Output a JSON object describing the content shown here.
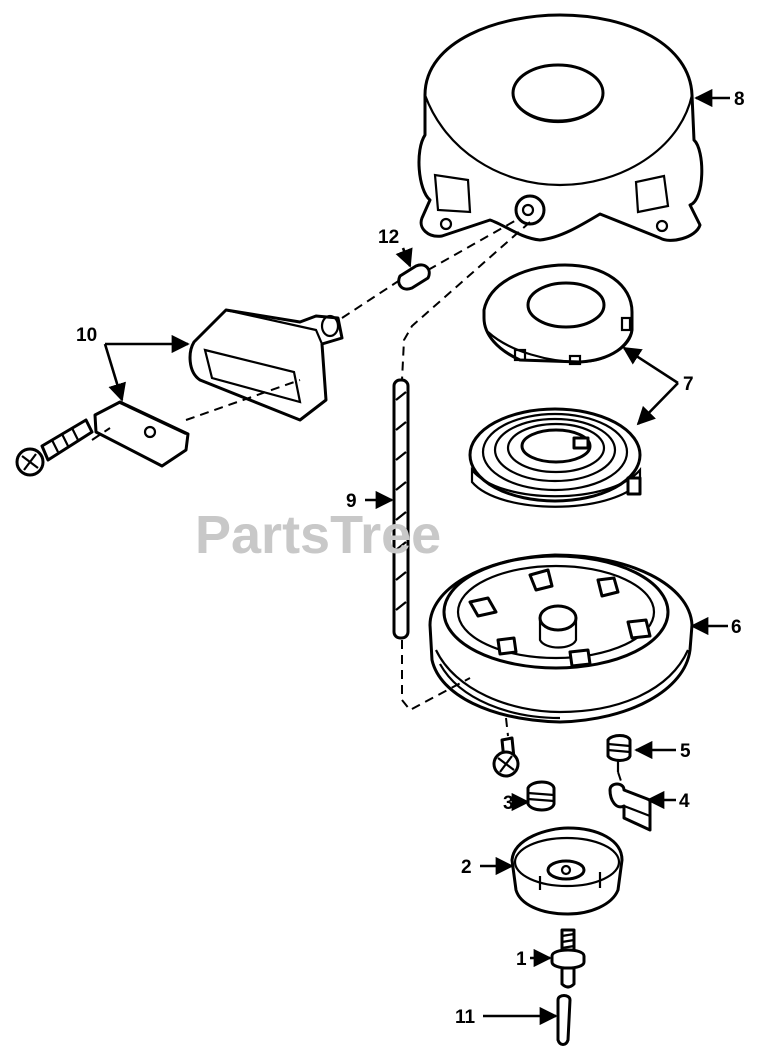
{
  "watermark": "PartsTree",
  "callouts": {
    "c1": "1",
    "c2": "2",
    "c3": "3",
    "c4": "4",
    "c5": "5",
    "c6": "6",
    "c7": "7",
    "c8": "8",
    "c9": "9",
    "c10": "10",
    "c11": "11",
    "c12": "12"
  }
}
